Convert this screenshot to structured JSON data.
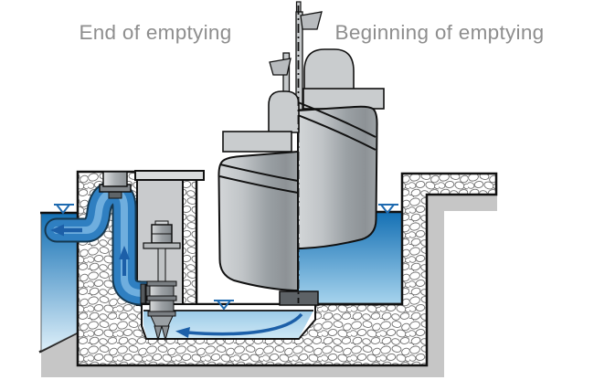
{
  "diagram": {
    "title_left": "End of emptying",
    "title_right": "Beginning of emptying"
  },
  "colors": {
    "title_text": "#8e8e8e",
    "water_top": "#1470b4",
    "water_bottom_left": "#ddeff9",
    "water_bottom_right": "#a9d5ee",
    "sump_water_top": "#9ccbe8",
    "sump_water_bottom": "#cde7f5",
    "pipe_outline": "#16384f",
    "pipe_fill": "#2f7fc1",
    "pipe_highlight": "#7ab6e3",
    "arrow_blue": "#1c5fa8",
    "level_symbol_blue": "#1e6ab0",
    "ground_gray": "#c6c6c6",
    "keel_block": "#5d6266"
  },
  "symbols": {
    "water_level_marks": [
      "water-level-left-basin",
      "water-level-pump-sump",
      "water-level-dock-basin"
    ]
  }
}
